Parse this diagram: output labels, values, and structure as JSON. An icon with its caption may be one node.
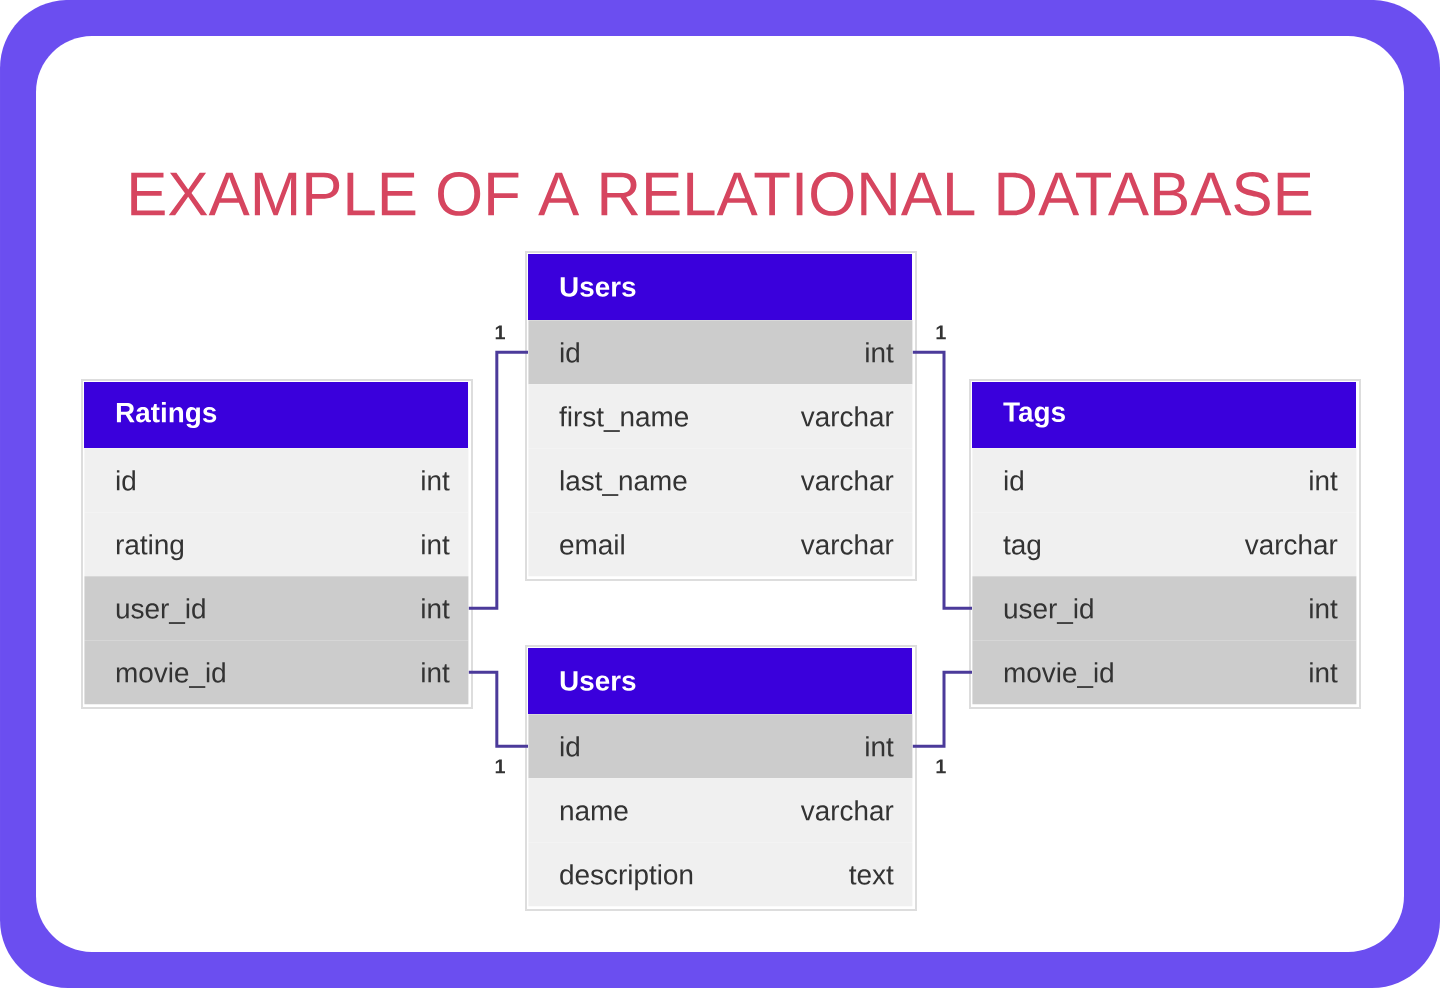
{
  "diagram": {
    "title": "EXAMPLE OF A RELATIONAL DATABASE",
    "nodes": [
      {
        "text": [
          "Users"
        ]
      },
      {
        "text": [
          "id",
          "int"
        ],
        "in": 0
      },
      {
        "text": [
          "first_name",
          "varchar"
        ],
        "in": 0
      },
      {
        "text": [
          "last_name",
          "varchar"
        ],
        "in": 0
      },
      {
        "text": [
          "email",
          "varchar"
        ],
        "in": 0
      },
      {
        "text": [
          "Ratings"
        ]
      },
      {
        "text": [
          "id",
          "int"
        ],
        "in": 5
      },
      {
        "text": [
          "rating",
          "int"
        ],
        "in": 5
      },
      {
        "text": [
          "user_id",
          "int"
        ],
        "in": 5
      },
      {
        "text": [
          "movie_id",
          "int"
        ],
        "in": 5
      },
      {
        "text": [
          "Tags"
        ]
      },
      {
        "text": [
          "id",
          "int"
        ],
        "in": 10
      },
      {
        "text": [
          "tag",
          "varchar"
        ],
        "in": 10
      },
      {
        "text": [
          "user_id",
          "int"
        ],
        "in": 10
      },
      {
        "text": [
          "movie_id",
          "int"
        ],
        "in": 10
      },
      {
        "text": [
          "Users"
        ]
      },
      {
        "text": [
          "id",
          "int"
        ],
        "in": 15
      },
      {
        "text": [
          "name",
          "varchar"
        ],
        "in": 15
      },
      {
        "text": [
          "description",
          "text"
        ],
        "in": 15
      }
    ],
    "edges": [
      {
        "from": 8,
        "to": 1,
        "arrow": "none",
        "label": "1"
      },
      {
        "from": 9,
        "to": 16,
        "arrow": "none",
        "label": "1"
      },
      {
        "from": 13,
        "to": 1,
        "arrow": "none",
        "label": "1"
      },
      {
        "from": 14,
        "to": 16,
        "arrow": "none",
        "label": "1"
      }
    ]
  }
}
